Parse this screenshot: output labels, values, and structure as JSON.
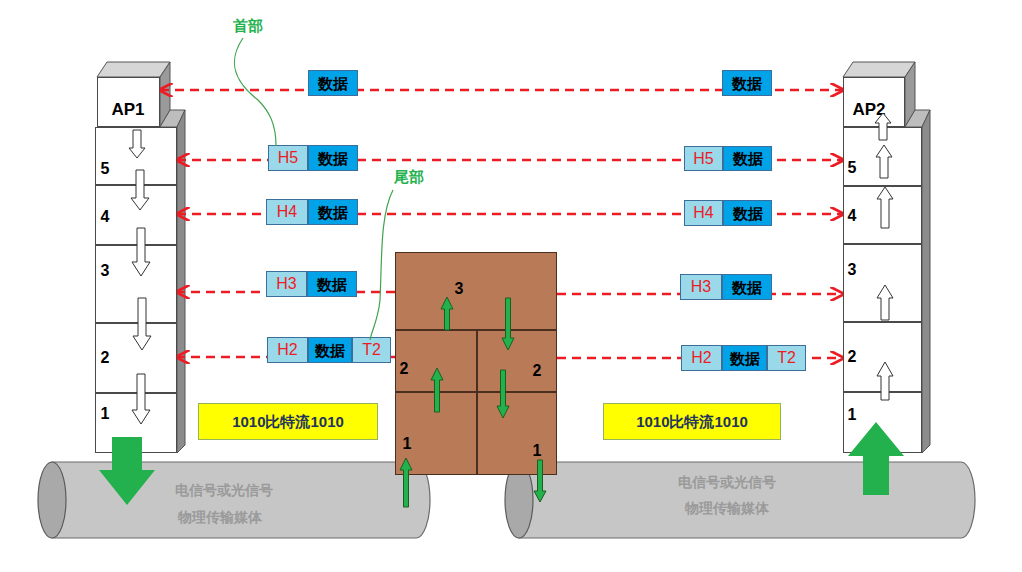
{
  "diagram": {
    "nodes": [
      {
        "text": [
          "AP1"
        ]
      },
      {
        "text": [
          "5"
        ]
      },
      {
        "text": [
          "4"
        ]
      },
      {
        "text": [
          "3"
        ]
      },
      {
        "text": [
          "2"
        ]
      },
      {
        "text": [
          "1"
        ]
      },
      {
        "text": [
          "AP2"
        ]
      },
      {
        "text": [
          "5"
        ]
      },
      {
        "text": [
          "4"
        ]
      },
      {
        "text": [
          "3"
        ]
      },
      {
        "text": [
          "2"
        ]
      },
      {
        "text": [
          "1"
        ]
      },
      {
        "text": [
          "数据"
        ]
      },
      {
        "text": [
          "数据"
        ]
      },
      {
        "text": [
          "H5"
        ]
      },
      {
        "text": [
          "数据"
        ]
      },
      {
        "text": [
          "H5"
        ]
      },
      {
        "text": [
          "数据"
        ]
      },
      {
        "text": [
          "H4"
        ]
      },
      {
        "text": [
          "数据"
        ]
      },
      {
        "text": [
          "H4"
        ]
      },
      {
        "text": [
          "数据"
        ]
      },
      {
        "text": [
          "H3"
        ]
      },
      {
        "text": [
          "数据"
        ]
      },
      {
        "text": [
          "H3"
        ]
      },
      {
        "text": [
          "数据"
        ]
      },
      {
        "text": [
          "H2"
        ]
      },
      {
        "text": [
          "数据"
        ]
      },
      {
        "text": [
          "T2"
        ]
      },
      {
        "text": [
          "H2"
        ]
      },
      {
        "text": [
          "数据"
        ]
      },
      {
        "text": [
          "T2"
        ]
      },
      {
        "text": [
          "3"
        ]
      },
      {
        "text": [
          "2"
        ]
      },
      {
        "text": [
          "2"
        ]
      },
      {
        "text": [
          "1"
        ]
      },
      {
        "text": [
          "1"
        ]
      },
      {
        "text": [
          "1010比特流1010"
        ]
      },
      {
        "text": [
          "1010比特流1010"
        ]
      },
      {
        "text": [
          "电信号或光信号",
          "物理传输媒体"
        ]
      },
      {
        "text": [
          "电信号或光信号",
          "物理传输媒体"
        ]
      }
    ],
    "edges": [
      {
        "from": 0,
        "to": 6,
        "arrow": "both"
      },
      {
        "from": 1,
        "to": 7,
        "arrow": "both"
      },
      {
        "from": 2,
        "to": 8,
        "arrow": "both"
      },
      {
        "from": 32,
        "to": 3,
        "arrow": "to"
      },
      {
        "from": 32,
        "to": 9,
        "arrow": "to"
      },
      {
        "from": 33,
        "to": 4,
        "arrow": "to"
      },
      {
        "from": 34,
        "to": 10,
        "arrow": "to"
      }
    ],
    "labels": [
      "首部",
      "尾部"
    ]
  }
}
